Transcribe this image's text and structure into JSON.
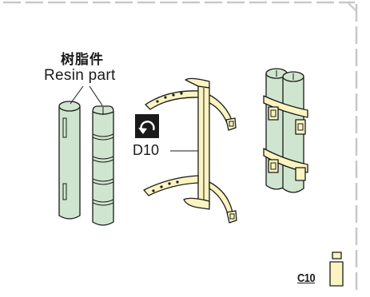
{
  "labels": {
    "resin_part_zh": "树脂件",
    "resin_part_en": "Resin part",
    "part_number": "D10",
    "step_number": "C10"
  },
  "icons": {
    "rotate": "rotate-arrow-icon",
    "info_marker": "info-marker-icon"
  },
  "colors": {
    "resin_part_fill": "#cfe5cf",
    "strap_part_fill": "#fbf3c0",
    "outline": "#1a1a1a",
    "marker_fill": "#fbf3c0"
  }
}
